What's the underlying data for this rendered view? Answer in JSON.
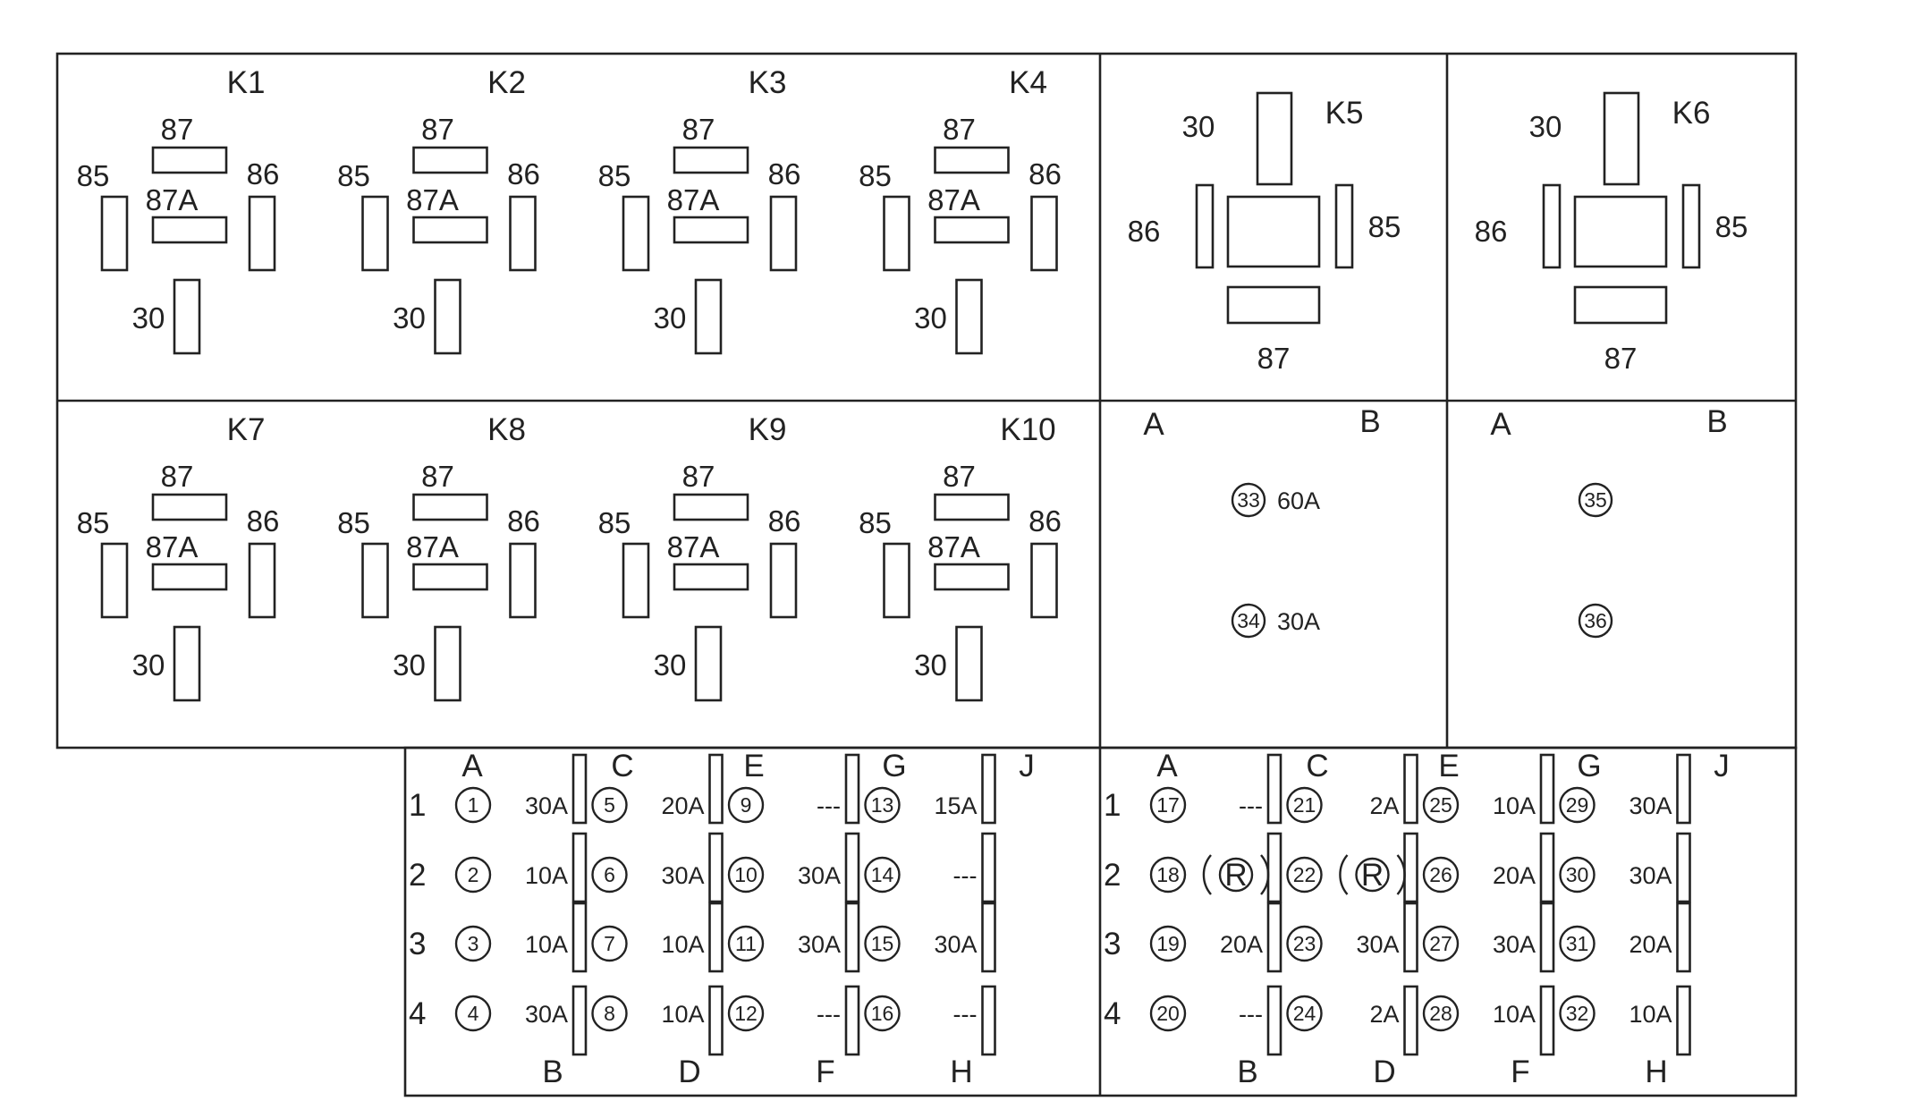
{
  "relays_small": [
    {
      "id": "K1",
      "p87": "87",
      "p87a": "87A",
      "p85": "85",
      "p86": "86",
      "p30": "30"
    },
    {
      "id": "K2",
      "p87": "87",
      "p87a": "87A",
      "p85": "85",
      "p86": "86",
      "p30": "30"
    },
    {
      "id": "K3",
      "p87": "87",
      "p87a": "87A",
      "p85": "85",
      "p86": "86",
      "p30": "30"
    },
    {
      "id": "K4",
      "p87": "87",
      "p87a": "87A",
      "p85": "85",
      "p86": "86",
      "p30": "30"
    },
    {
      "id": "K7",
      "p87": "87",
      "p87a": "87A",
      "p85": "85",
      "p86": "86",
      "p30": "30"
    },
    {
      "id": "K8",
      "p87": "87",
      "p87a": "87A",
      "p85": "85",
      "p86": "86",
      "p30": "30"
    },
    {
      "id": "K9",
      "p87": "87",
      "p87a": "87A",
      "p85": "85",
      "p86": "86",
      "p30": "30"
    },
    {
      "id": "K10",
      "p87": "87",
      "p87a": "87A",
      "p85": "85",
      "p86": "86",
      "p30": "30"
    }
  ],
  "relays_large": [
    {
      "id": "K5",
      "p30": "30",
      "p86": "86",
      "p85": "85",
      "p87": "87"
    },
    {
      "id": "K6",
      "p30": "30",
      "p86": "86",
      "p85": "85",
      "p87": "87"
    }
  ],
  "maxi_blocks": [
    {
      "col_a": "A",
      "col_b": "B",
      "fuses": [
        {
          "num": "33",
          "rating": "60A"
        },
        {
          "num": "34",
          "rating": "30A"
        }
      ]
    },
    {
      "col_a": "A",
      "col_b": "B",
      "fuses": [
        {
          "num": "35",
          "rating": ""
        },
        {
          "num": "36",
          "rating": ""
        }
      ]
    }
  ],
  "fuse_panels": [
    {
      "top_letters": [
        "A",
        "C",
        "E",
        "G",
        "J"
      ],
      "bottom_letters": [
        "B",
        "D",
        "F",
        "H"
      ],
      "rows": [
        "1",
        "2",
        "3",
        "4"
      ],
      "cells": [
        [
          {
            "num": "1",
            "rating": "30A"
          },
          {
            "num": "5",
            "rating": "20A"
          },
          {
            "num": "9",
            "rating": "---"
          },
          {
            "num": "13",
            "rating": "15A"
          }
        ],
        [
          {
            "num": "2",
            "rating": "10A"
          },
          {
            "num": "6",
            "rating": "30A"
          },
          {
            "num": "10",
            "rating": "30A"
          },
          {
            "num": "14",
            "rating": "---"
          }
        ],
        [
          {
            "num": "3",
            "rating": "10A"
          },
          {
            "num": "7",
            "rating": "10A"
          },
          {
            "num": "11",
            "rating": "30A"
          },
          {
            "num": "15",
            "rating": "30A"
          }
        ],
        [
          {
            "num": "4",
            "rating": "30A"
          },
          {
            "num": "8",
            "rating": "10A"
          },
          {
            "num": "12",
            "rating": "---"
          },
          {
            "num": "16",
            "rating": "---"
          }
        ]
      ]
    },
    {
      "top_letters": [
        "A",
        "C",
        "E",
        "G",
        "J"
      ],
      "bottom_letters": [
        "B",
        "D",
        "F",
        "H"
      ],
      "rows": [
        "1",
        "2",
        "3",
        "4"
      ],
      "cells": [
        [
          {
            "num": "17",
            "rating": "---"
          },
          {
            "num": "21",
            "rating": "2A"
          },
          {
            "num": "25",
            "rating": "10A"
          },
          {
            "num": "29",
            "rating": "30A"
          }
        ],
        [
          {
            "num": "18",
            "rating": "R"
          },
          {
            "num": "22",
            "rating": "R"
          },
          {
            "num": "26",
            "rating": "20A"
          },
          {
            "num": "30",
            "rating": "30A"
          }
        ],
        [
          {
            "num": "19",
            "rating": "20A"
          },
          {
            "num": "23",
            "rating": "30A"
          },
          {
            "num": "27",
            "rating": "30A"
          },
          {
            "num": "31",
            "rating": "20A"
          }
        ],
        [
          {
            "num": "20",
            "rating": "---"
          },
          {
            "num": "24",
            "rating": "2A"
          },
          {
            "num": "28",
            "rating": "10A"
          },
          {
            "num": "32",
            "rating": "10A"
          }
        ]
      ]
    }
  ]
}
